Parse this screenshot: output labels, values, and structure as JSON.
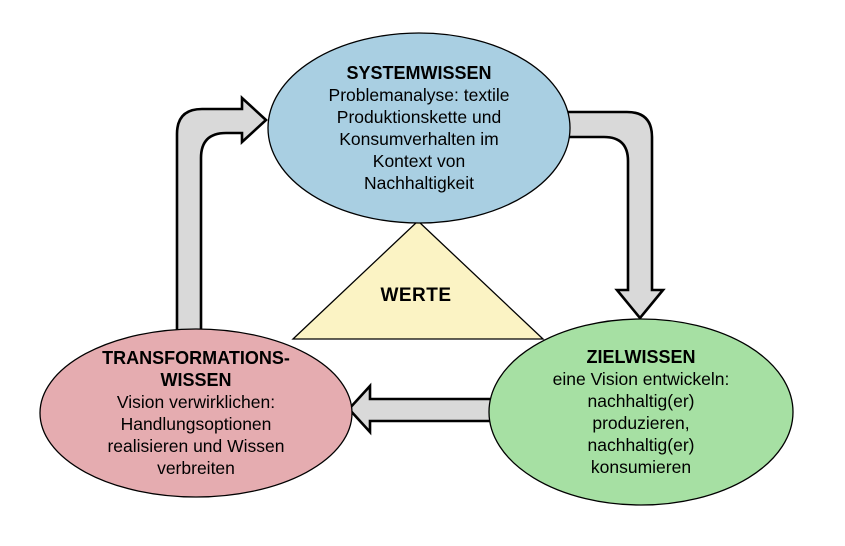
{
  "diagram": {
    "background": "#ffffff",
    "outline_color": "#000000",
    "text_color": "#000000",
    "arrow": {
      "fill": "#d9d9d9",
      "outline": "#000000"
    },
    "nodes": {
      "systemwissen": {
        "title": "SYSTEMWISSEN",
        "lines": [
          "Problemanalyse: textile",
          "Produktionskette und",
          "Konsumverhalten im",
          "Kontext von",
          "Nachhaltigkeit"
        ],
        "fill": "#a9cfe2"
      },
      "zielwissen": {
        "title": "ZIELWISSEN",
        "lines": [
          "eine Vision entwickeln:",
          "nachhaltig(er)",
          "produzieren,",
          "nachhaltig(er)",
          "konsumieren"
        ],
        "fill": "#a6e0a3"
      },
      "transformationswissen": {
        "title_lines": [
          "TRANSFORMATIONS-",
          "WISSEN"
        ],
        "lines": [
          "Vision verwirklichen:",
          "Handlungsoptionen",
          "realisieren und Wissen",
          "verbreiten"
        ],
        "fill": "#e5acb0"
      },
      "werte": {
        "label": "WERTE",
        "fill": "#fbf3c4"
      }
    }
  }
}
